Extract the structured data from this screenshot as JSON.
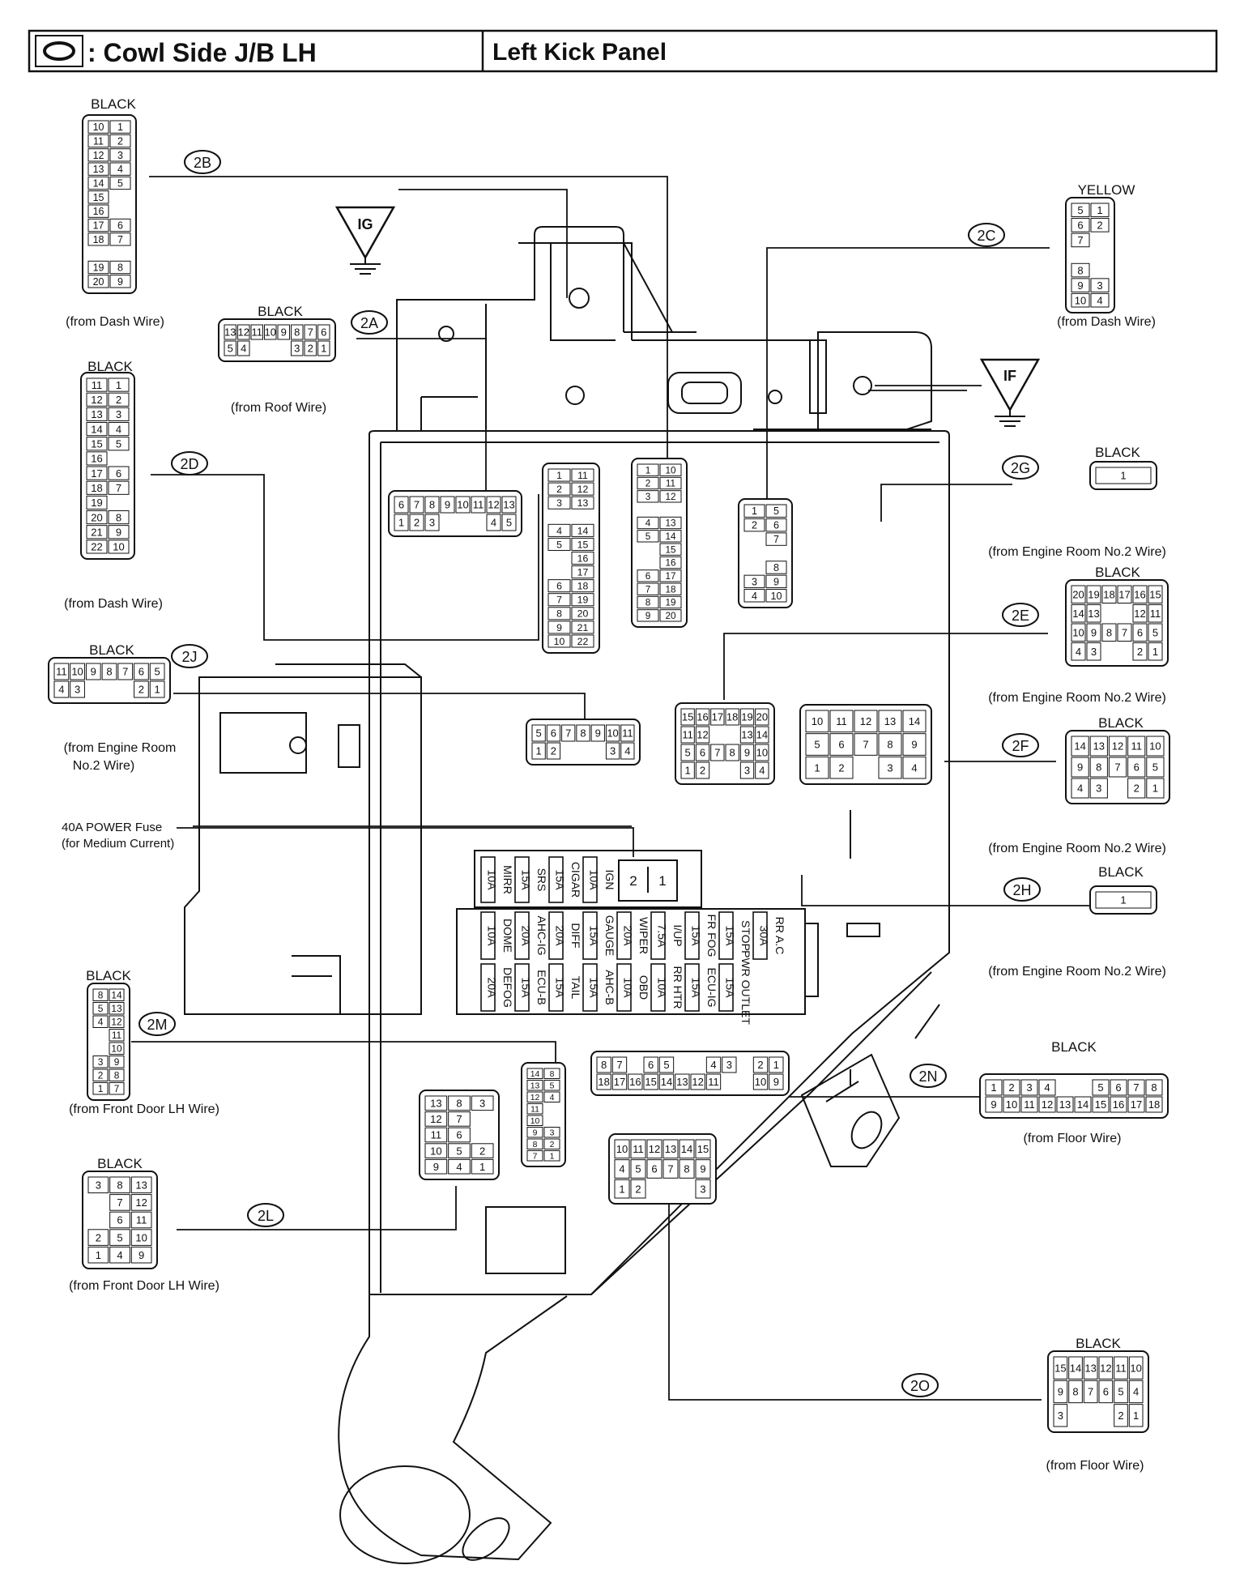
{
  "header": {
    "symbol_icon": "oval-location-symbol",
    "title": ": Cowl Side J/B LH",
    "location": "Left Kick Panel"
  },
  "grounds": {
    "ig": "IG",
    "if": "IF"
  },
  "connectors": {
    "c2A": {
      "code": "2A",
      "color": "BLACK",
      "source": "(from Roof Wire)"
    },
    "c2B": {
      "code": "2B",
      "color": "BLACK",
      "source": "(from Dash Wire)"
    },
    "c2C": {
      "code": "2C",
      "color": "YELLOW",
      "source": "(from Dash Wire)"
    },
    "c2D": {
      "code": "2D",
      "color": "BLACK",
      "source": "(from Dash Wire)"
    },
    "c2E": {
      "code": "2E",
      "color": "BLACK",
      "source": "(from Engine Room No.2 Wire)"
    },
    "c2F": {
      "code": "2F",
      "color": "BLACK",
      "source": "(from Engine Room No.2 Wire)"
    },
    "c2G": {
      "code": "2G",
      "color": "BLACK",
      "source": "(from Engine Room No.2 Wire)"
    },
    "c2H": {
      "code": "2H",
      "color": "BLACK",
      "source": "(from Engine Room No.2 Wire)"
    },
    "c2J": {
      "code": "2J",
      "color": "BLACK",
      "source_line1": "(from Engine Room",
      "source_line2": "No.2 Wire)"
    },
    "c2L": {
      "code": "2L",
      "color": "BLACK",
      "source": "(from Front Door LH Wire)"
    },
    "c2M": {
      "code": "2M",
      "color": "BLACK",
      "source": "(from Front Door LH Wire)"
    },
    "c2N": {
      "code": "2N",
      "color": "BLACK",
      "source": "(from Floor Wire)"
    },
    "c2O": {
      "code": "2O",
      "color": "BLACK",
      "source": "(from Floor Wire)"
    }
  },
  "power_fuse": {
    "line1": "40A POWER Fuse",
    "line2": "(for Medium Current)",
    "pins": [
      "2",
      "1"
    ]
  },
  "fuses": {
    "row1": [
      {
        "name": "MIRR",
        "amps": "10A"
      },
      {
        "name": "SRS",
        "amps": "15A"
      },
      {
        "name": "CIGAR",
        "amps": "15A"
      },
      {
        "name": "IGN",
        "amps": "10A"
      }
    ],
    "row2": [
      {
        "name": "DOME",
        "amps": "10A"
      },
      {
        "name": "AHC-IG",
        "amps": "20A"
      },
      {
        "name": "DIFF",
        "amps": "20A"
      },
      {
        "name": "GAUGE",
        "amps": "15A"
      },
      {
        "name": "WIPER",
        "amps": "20A"
      },
      {
        "name": "I/UP",
        "amps": "7.5A"
      },
      {
        "name": "FR FOG",
        "amps": "15A"
      },
      {
        "name": "STOP",
        "amps": "15A"
      },
      {
        "name": "RR A.C",
        "amps": "30A"
      }
    ],
    "row3": [
      {
        "name": "DEFOG",
        "amps": "20A"
      },
      {
        "name": "ECU-B",
        "amps": "15A"
      },
      {
        "name": "TAIL",
        "amps": "15A"
      },
      {
        "name": "AHC-B",
        "amps": "15A"
      },
      {
        "name": "OBD",
        "amps": "10A"
      },
      {
        "name": "RR HTR",
        "amps": "10A"
      },
      {
        "name": "ECU-IG",
        "amps": "15A"
      },
      {
        "name": "PWR OUTLET",
        "amps": "15A"
      }
    ]
  },
  "pins": {
    "c2B": [
      [
        "10",
        "1"
      ],
      [
        "11",
        "2"
      ],
      [
        "12",
        "3"
      ],
      [
        "13",
        "4"
      ],
      [
        "14",
        "5"
      ],
      [
        "15",
        ""
      ],
      [
        "16",
        ""
      ],
      [
        "17",
        "6"
      ],
      [
        "18",
        "7"
      ],
      [
        "",
        ""
      ],
      [
        "19",
        "8"
      ],
      [
        "20",
        "9"
      ]
    ],
    "c2D": [
      [
        "11",
        "1"
      ],
      [
        "12",
        "2"
      ],
      [
        "13",
        "3"
      ],
      [
        "14",
        "4"
      ],
      [
        "15",
        "5"
      ],
      [
        "16",
        ""
      ],
      [
        "17",
        "6"
      ],
      [
        "18",
        "7"
      ],
      [
        "19",
        ""
      ],
      [
        "20",
        "8"
      ],
      [
        "21",
        "9"
      ],
      [
        "22",
        "10"
      ]
    ],
    "c2A": [
      [
        "13",
        "12",
        "11",
        "10",
        "9",
        "8",
        "7",
        "6"
      ],
      [
        "5",
        "4",
        "",
        "",
        "",
        "3",
        "2",
        "1"
      ]
    ],
    "c2C": [
      [
        "5",
        "1"
      ],
      [
        "6",
        "2"
      ],
      [
        "7",
        ""
      ],
      [
        "",
        ""
      ],
      [
        "8",
        ""
      ],
      [
        "9",
        "3"
      ],
      [
        "10",
        "4"
      ]
    ],
    "c2J": [
      [
        "11",
        "10",
        "9",
        "8",
        "7",
        "6",
        "5"
      ],
      [
        "4",
        "3",
        "",
        "",
        "",
        "2",
        "1"
      ]
    ],
    "c2G": [
      [
        "1"
      ]
    ],
    "c2H": [
      [
        "1"
      ]
    ],
    "c2E": [
      [
        "20",
        "19",
        "18",
        "17",
        "16",
        "15"
      ],
      [
        "14",
        "13",
        "",
        "",
        "12",
        "11"
      ],
      [
        "10",
        "9",
        "8",
        "7",
        "6",
        "5"
      ],
      [
        "4",
        "3",
        "",
        "",
        "2",
        "1"
      ]
    ],
    "c2F": [
      [
        "14",
        "13",
        "12",
        "11",
        "10"
      ],
      [
        "9",
        "8",
        "7",
        "6",
        "5"
      ],
      [
        "4",
        "3",
        "",
        "2",
        "1"
      ]
    ],
    "c2M": [
      [
        "8",
        "14"
      ],
      [
        "5",
        "13"
      ],
      [
        "4",
        "12"
      ],
      [
        "",
        "11"
      ],
      [
        "",
        "10"
      ],
      [
        "3",
        "9"
      ],
      [
        "2",
        "8"
      ],
      [
        "1",
        "7"
      ]
    ],
    "c2L": [
      [
        "3",
        "8",
        "13"
      ],
      [
        "",
        "7",
        "12"
      ],
      [
        "",
        "6",
        "11"
      ],
      [
        "2",
        "5",
        "10"
      ],
      [
        "1",
        "4",
        "9"
      ]
    ],
    "c2N": [
      [
        "1",
        "2",
        "3",
        "4",
        "",
        "",
        "5",
        "6",
        "7",
        "8"
      ],
      [
        "9",
        "10",
        "11",
        "12",
        "13",
        "14",
        "15",
        "16",
        "17",
        "18"
      ]
    ],
    "c2O": [
      [
        "15",
        "14",
        "13",
        "12",
        "11",
        "10"
      ],
      [
        "9",
        "8",
        "7",
        "6",
        "5",
        "4"
      ],
      [
        "3",
        "",
        "",
        "",
        "2",
        "1"
      ]
    ],
    "jb_2A": [
      [
        "6",
        "7",
        "8",
        "9",
        "10",
        "11",
        "12",
        "13"
      ],
      [
        "1",
        "2",
        "3",
        "",
        "",
        "",
        "4",
        "5"
      ]
    ],
    "jb_2B": [
      [
        "1",
        "11"
      ],
      [
        "2",
        "12"
      ],
      [
        "3",
        "13"
      ],
      [
        "",
        ""
      ],
      [
        "4",
        "14"
      ],
      [
        "5",
        "15"
      ],
      [
        "",
        "16"
      ],
      [
        "",
        "17"
      ],
      [
        "6",
        "18"
      ],
      [
        "7",
        "19"
      ],
      [
        "8",
        "20"
      ],
      [
        "9",
        "21"
      ],
      [
        "10",
        "22"
      ]
    ],
    "jb_2D": [
      [
        "1",
        "10"
      ],
      [
        "2",
        "11"
      ],
      [
        "3",
        "12"
      ],
      [
        "",
        ""
      ],
      [
        "4",
        "13"
      ],
      [
        "5",
        "14"
      ],
      [
        "",
        "15"
      ],
      [
        "",
        "16"
      ],
      [
        "6",
        "17"
      ],
      [
        "7",
        "18"
      ],
      [
        "8",
        "19"
      ],
      [
        "9",
        "20"
      ]
    ],
    "jb_2C": [
      [
        "1",
        "5"
      ],
      [
        "2",
        "6"
      ],
      [
        "",
        "7"
      ],
      [
        "",
        ""
      ],
      [
        "",
        "8"
      ],
      [
        "3",
        "9"
      ],
      [
        "4",
        "10"
      ]
    ],
    "jb_2J": [
      [
        "5",
        "6",
        "7",
        "8",
        "9",
        "10",
        "11"
      ],
      [
        "1",
        "2",
        "",
        "",
        "",
        "3",
        "4"
      ]
    ],
    "jb_2E": [
      [
        "15",
        "16",
        "17",
        "18",
        "19",
        "20"
      ],
      [
        "11",
        "12",
        "",
        "",
        "13",
        "14"
      ],
      [
        "5",
        "6",
        "7",
        "8",
        "9",
        "10"
      ],
      [
        "1",
        "2",
        "",
        "",
        "3",
        "4"
      ]
    ],
    "jb_2F": [
      [
        "10",
        "11",
        "12",
        "13",
        "14"
      ],
      [
        "5",
        "6",
        "7",
        "8",
        "9"
      ],
      [
        "1",
        "2",
        "",
        "3",
        "4"
      ]
    ],
    "jb_2M": [
      [
        "14",
        "8"
      ],
      [
        "13",
        "5"
      ],
      [
        "12",
        "4"
      ],
      [
        "11",
        ""
      ],
      [
        "10",
        ""
      ],
      [
        "9",
        "3"
      ],
      [
        "8",
        "2"
      ],
      [
        "7",
        "1"
      ]
    ],
    "jb_2L": [
      [
        "13",
        "8",
        "3"
      ],
      [
        "12",
        "7",
        ""
      ],
      [
        "11",
        "6",
        ""
      ],
      [
        "10",
        "5",
        "2"
      ],
      [
        "9",
        "4",
        "1"
      ]
    ],
    "jb_2N": [
      [
        "8",
        "7",
        "",
        "6",
        "5",
        "",
        "",
        "4",
        "3",
        "",
        "2",
        "1"
      ],
      [
        "18",
        "17",
        "16",
        "15",
        "14",
        "13",
        "12",
        "11",
        "",
        "",
        "10",
        "9"
      ]
    ],
    "jb_2O": [
      [
        "10",
        "11",
        "12",
        "13",
        "14",
        "15"
      ],
      [
        "4",
        "5",
        "6",
        "7",
        "8",
        "9"
      ],
      [
        "1",
        "2",
        "",
        "",
        "",
        "3"
      ]
    ]
  }
}
